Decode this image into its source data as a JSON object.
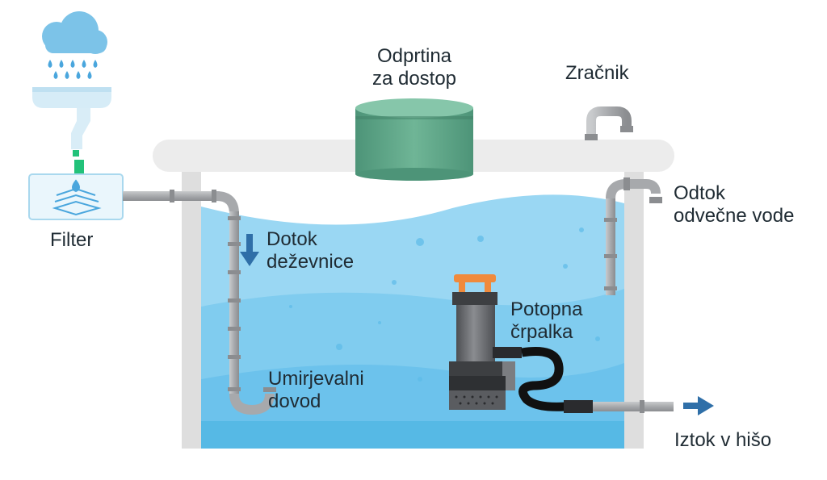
{
  "labels": {
    "hatch": "Odprtina\nza dostop",
    "vent": "Zračnik",
    "overflow": "Odtok\nodvečne vode",
    "filter": "Filter",
    "inflow": "Dotok\ndeževnice",
    "pump": "Potopna\nčrpalka",
    "calming_inlet": "Umirjevalni\ndovod",
    "outflow": "Iztok v hišo"
  },
  "icons": {
    "rain_cloud": "rain-cloud-icon",
    "filter": "filter-icon",
    "down_arrow": "arrow-down-icon",
    "right_arrow": "arrow-right-icon"
  },
  "colors": {
    "water_top": "#9ad7f3",
    "water_mid": "#7fcbef",
    "water_bottom": "#56b9e5",
    "tank_wall": "#dedede",
    "lid": "#ececec",
    "hatch": "#5aa58a",
    "pipe": "#a7a9ac",
    "pump_body": "#6a6c70",
    "pump_handle": "#f08a3c",
    "hose": "#111111",
    "arrow": "#2f6fa8",
    "filter_border": "#a9d8ee",
    "cloud": "#7cc3e8",
    "drop": "#4aa6dd"
  }
}
